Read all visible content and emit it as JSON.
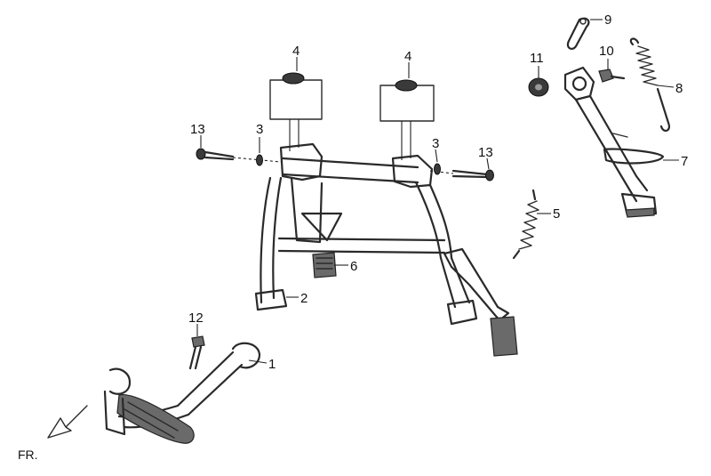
{
  "diagram": {
    "callouts": {
      "c1": "1",
      "c2": "2",
      "c3a": "3",
      "c3b": "3",
      "c4a": "4",
      "c4b": "4",
      "c5": "5",
      "c6": "6",
      "c7": "7",
      "c8": "8",
      "c9": "9",
      "c10": "10",
      "c11": "11",
      "c12": "12",
      "c13a": "13",
      "c13b": "13"
    },
    "direction_label": "FR."
  }
}
